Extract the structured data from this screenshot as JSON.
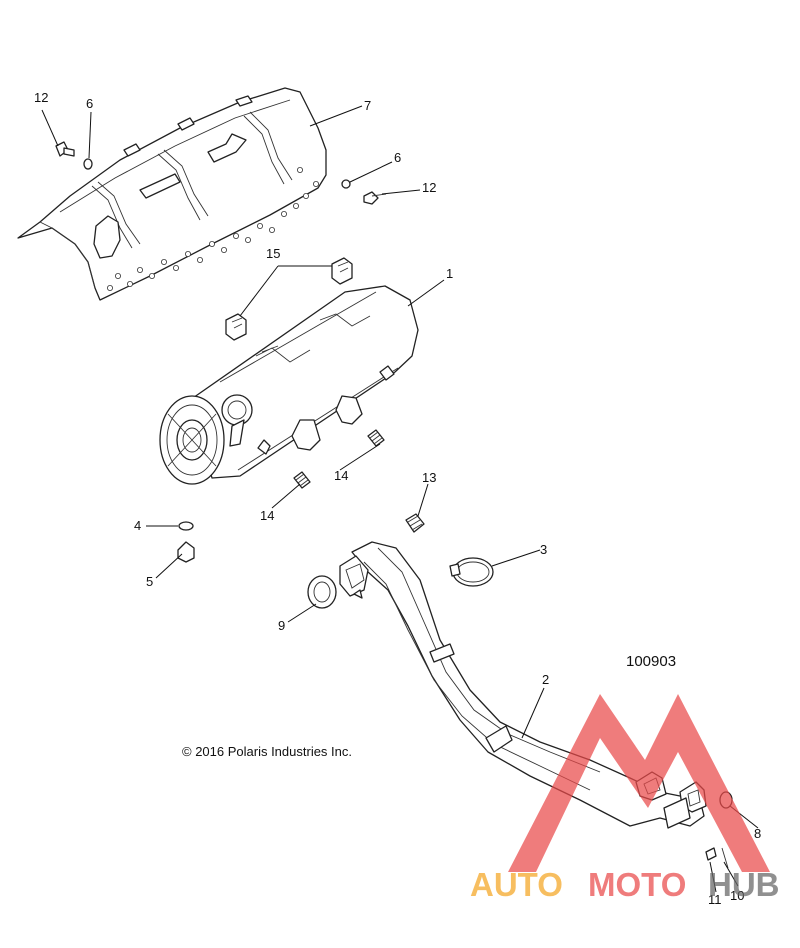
{
  "diagram": {
    "copyright": "© 2016 Polaris Industries Inc.",
    "document_number": "100903",
    "callouts": {
      "c1": "1",
      "c2": "2",
      "c3": "3",
      "c4": "4",
      "c5": "5",
      "c6a": "6",
      "c6b": "6",
      "c7": "7",
      "c8": "8",
      "c9": "9",
      "c10": "10",
      "c11": "11",
      "c12a": "12",
      "c12b": "12",
      "c13": "13",
      "c14a": "14",
      "c14b": "14",
      "c15": "15"
    }
  },
  "watermark": {
    "word_auto": "AUTO",
    "word_moto": "MOTO",
    "word_hub": "HUB",
    "colors": {
      "triangle": "#e94a4a",
      "auto": "#f5a623",
      "moto": "#e94a4a",
      "hub": "#666666"
    }
  }
}
